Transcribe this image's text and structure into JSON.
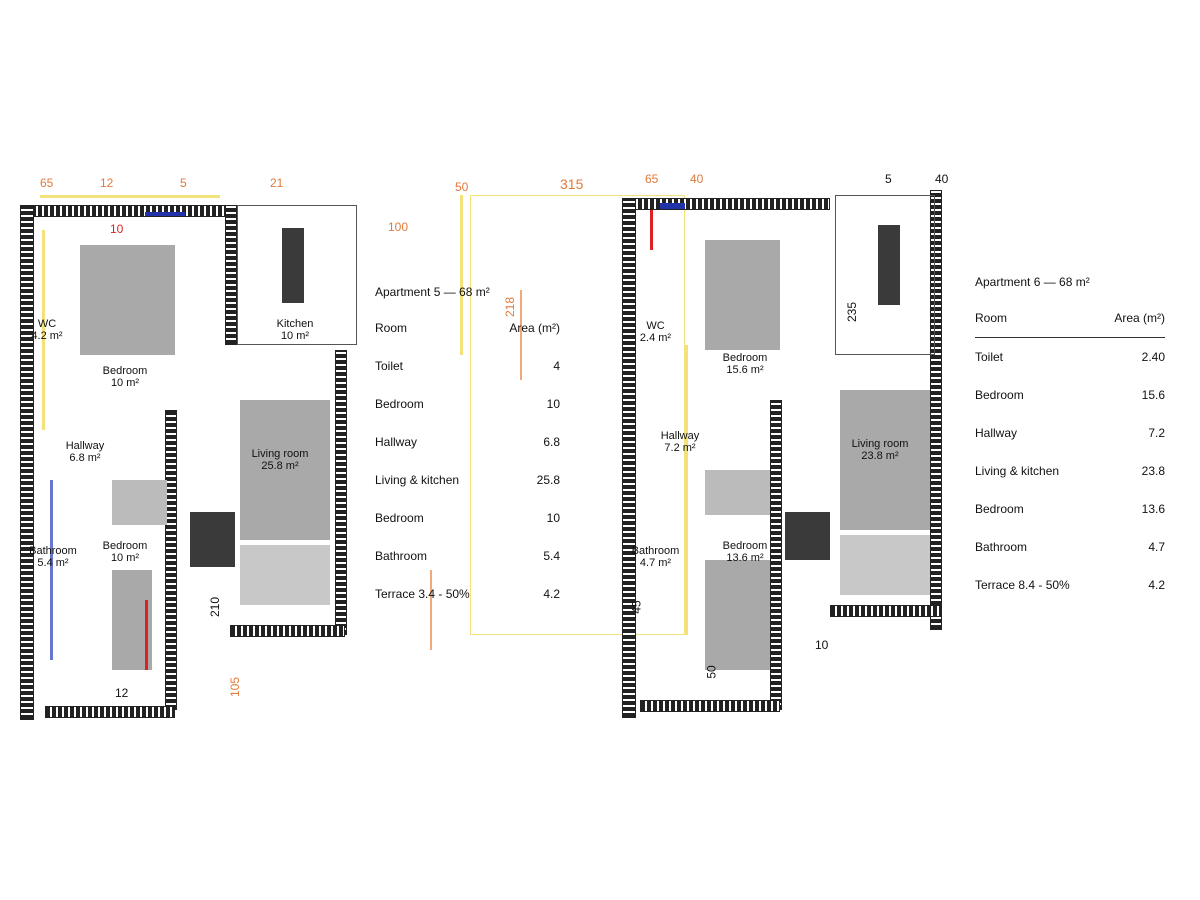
{
  "left_plan": {
    "rooms": [
      {
        "name": "Bedroom",
        "area": "10 m²"
      },
      {
        "name": "Kitchen",
        "area": "10 m²"
      },
      {
        "name": "Living room",
        "area": "25.8 m²"
      },
      {
        "name": "WC",
        "area": "4.2 m²"
      },
      {
        "name": "Hallway",
        "area": "6.8 m²"
      },
      {
        "name": "Bedroom",
        "area": "10 m²"
      },
      {
        "name": "Bathroom",
        "area": "5.4 m²"
      }
    ],
    "dimensions": [
      "65",
      "12",
      "5",
      "21",
      "315",
      "100",
      "218",
      "50",
      "210",
      "105",
      "10",
      "12"
    ]
  },
  "right_plan": {
    "rooms": [
      {
        "name": "Bedroom",
        "area": "15.6 m²"
      },
      {
        "name": "Living room",
        "area": "23.8 m²"
      },
      {
        "name": "Hallway",
        "area": "7.2 m²"
      },
      {
        "name": "Bedroom",
        "area": "13.6 m²"
      },
      {
        "name": "Bathroom",
        "area": "4.7 m²"
      },
      {
        "name": "WC",
        "area": "2.4 m²"
      }
    ],
    "dimensions": [
      "65",
      "40",
      "5",
      "40",
      "235",
      "45",
      "10",
      "50"
    ]
  },
  "left_table": {
    "title": "Apartment 5 — 68 m²",
    "col_room": "Room",
    "col_area": "Area (m²)",
    "rows": [
      {
        "room": "Toilet",
        "area": "4"
      },
      {
        "room": "Bedroom",
        "area": "10"
      },
      {
        "room": "Hallway",
        "area": "6.8"
      },
      {
        "room": "Living & kitchen",
        "area": "25.8"
      },
      {
        "room": "Bedroom",
        "area": "10"
      },
      {
        "room": "Bathroom",
        "area": "5.4"
      },
      {
        "room": "Terrace 3.4 - 50%",
        "area": "4.2"
      }
    ]
  },
  "right_table": {
    "title": "Apartment 6 — 68 m²",
    "col_room": "Room",
    "col_area": "Area (m²)",
    "rows": [
      {
        "room": "Toilet",
        "area": "2.40"
      },
      {
        "room": "Bedroom",
        "area": "15.6"
      },
      {
        "room": "Hallway",
        "area": "7.2"
      },
      {
        "room": "Living & kitchen",
        "area": "23.8"
      },
      {
        "room": "Bedroom",
        "area": "13.6"
      },
      {
        "room": "Bathroom",
        "area": "4.7"
      },
      {
        "room": "Terrace 8.4 - 50%",
        "area": "4.2"
      }
    ]
  }
}
